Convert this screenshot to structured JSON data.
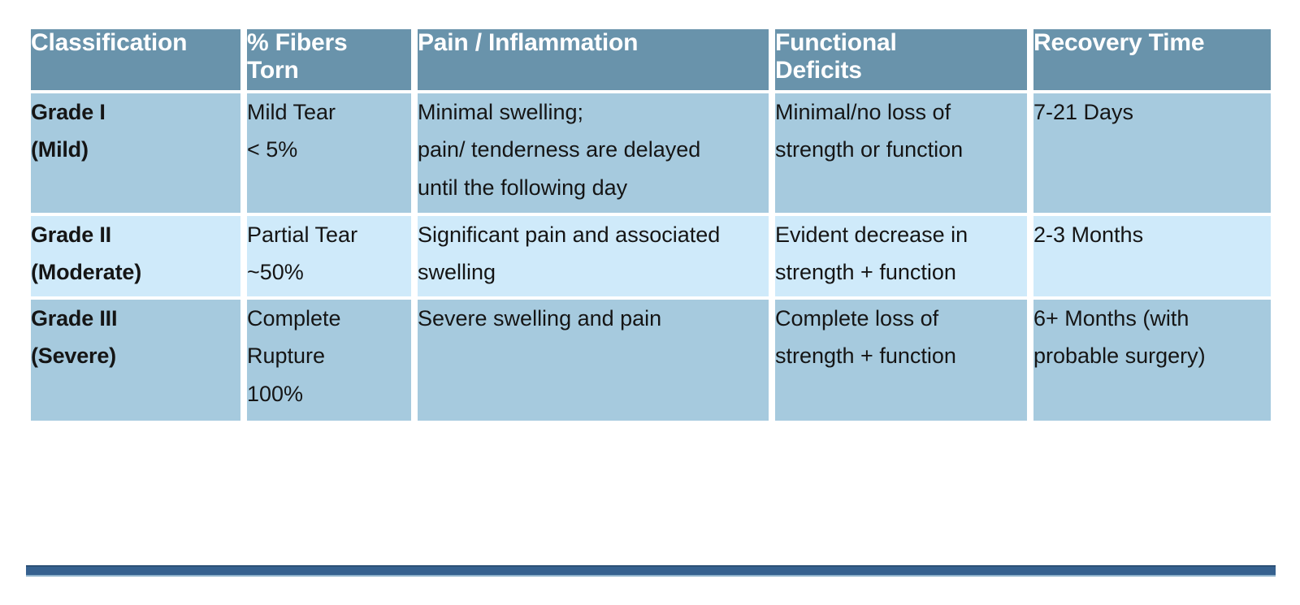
{
  "table": {
    "columns": [
      {
        "key": "classification",
        "label_lines": [
          "Classification"
        ]
      },
      {
        "key": "fibers",
        "label_lines": [
          "% Fibers",
          "Torn"
        ]
      },
      {
        "key": "pain",
        "label_lines": [
          "Pain / Inflammation"
        ]
      },
      {
        "key": "functional",
        "label_lines": [
          "Functional",
          "Deficits"
        ]
      },
      {
        "key": "recovery",
        "label_lines": [
          "Recovery Time"
        ]
      }
    ],
    "rows": [
      {
        "shade": "dark",
        "classification": [
          "Grade I",
          "(Mild)"
        ],
        "fibers": [
          "Mild Tear",
          "< 5%"
        ],
        "pain": [
          "Minimal swelling;",
          "pain/ tenderness are delayed",
          "until the following day"
        ],
        "functional": [
          "Minimal/no loss of",
          "strength or function"
        ],
        "recovery": [
          "7-21 Days"
        ]
      },
      {
        "shade": "light",
        "classification": [
          "Grade II",
          "(Moderate)"
        ],
        "fibers": [
          "Partial Tear",
          "~50%"
        ],
        "pain": [
          "Significant pain and associated",
          "swelling"
        ],
        "functional": [
          "Evident decrease in",
          "strength + function"
        ],
        "recovery": [
          "2-3 Months"
        ]
      },
      {
        "shade": "dark",
        "classification": [
          "Grade III",
          "(Severe)"
        ],
        "fibers": [
          "Complete",
          "Rupture",
          "100%"
        ],
        "pain": [
          "Severe swelling and pain"
        ],
        "functional": [
          "Complete loss of",
          "strength + function"
        ],
        "recovery": [
          "6+ Months (with",
          "probable surgery)"
        ]
      }
    ]
  },
  "colors": {
    "header_background": "#6993ab",
    "row_dark_background": "#a6cade",
    "row_light_background": "#cfeafa",
    "header_text": "#ffffff",
    "body_text": "#151515",
    "accent_bar": "#36618f",
    "page_background": "#ffffff"
  }
}
